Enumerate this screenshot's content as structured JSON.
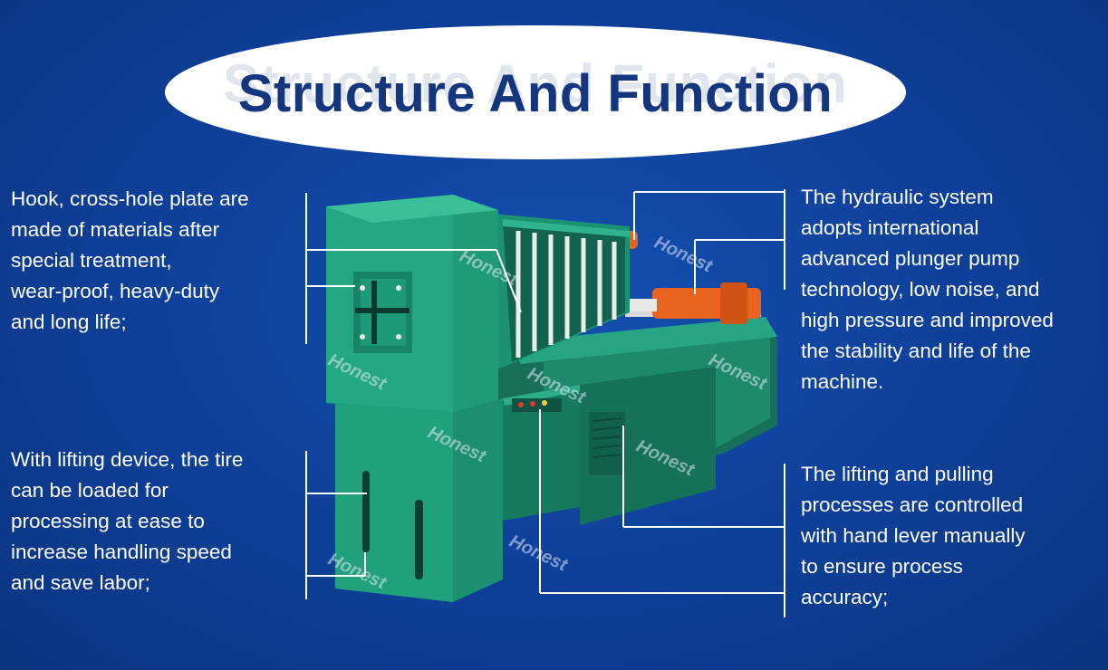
{
  "title": "Structure And Function",
  "title_ghost": "Structure And Function",
  "colors": {
    "background": "#0d3e96",
    "title_text": "#13367e",
    "title_bubble": "#ffffff",
    "machine_green": "#1f9b78",
    "cylinder_orange": "#e8641e",
    "leader_lines": "#ffffff"
  },
  "callouts": {
    "top_left": "Hook, cross-hole plate are\nmade of materials after\nspecial treatment,\nwear-proof, heavy-duty\nand long life;",
    "bottom_left": "With lifting device, the tire\ncan be loaded for\nprocessing at ease to\nincrease handling speed\nand save labor;",
    "top_right": "The hydraulic system\nadopts international\nadvanced plunger pump\ntechnology, low noise, and\nhigh pressure and improved\nthe stability and life of the\nmachine.",
    "bottom_right": "The lifting and pulling\nprocesses are controlled\nwith hand lever manually\nto ensure process\naccuracy;"
  },
  "watermark": "Honest"
}
